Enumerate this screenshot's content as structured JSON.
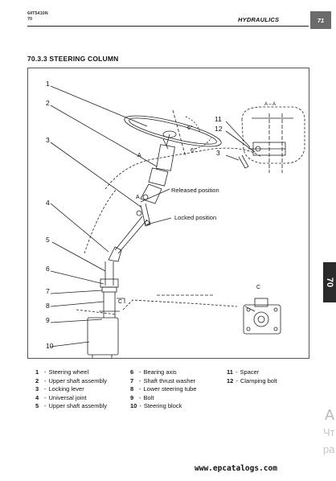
{
  "header": {
    "model_line1": "64T5410N",
    "model_line2": "70",
    "section": "HYDRAULICS",
    "page": "71"
  },
  "heading": "70.3.3   STEERING COLUMN",
  "figure": {
    "callouts": [
      "1",
      "2",
      "3",
      "4",
      "5",
      "6",
      "7",
      "8",
      "9",
      "10"
    ],
    "detail_callouts": [
      "11",
      "12",
      "3"
    ],
    "section_label": "A – A",
    "label_A_top": "A",
    "label_A_bottom": "A",
    "label_C_arrow": "C",
    "label_C_view": "C",
    "angle_a": "6°",
    "angle_b": "6°",
    "released_label": "Released position",
    "locked_label": "Locked position"
  },
  "side_tab": "70",
  "legend": {
    "col1": [
      {
        "n": "1",
        "t": "Steering wheel"
      },
      {
        "n": "2",
        "t": "Upper shaft assembly"
      },
      {
        "n": "3",
        "t": "Locking lever"
      },
      {
        "n": "4",
        "t": "Universal joint"
      },
      {
        "n": "5",
        "t": "Upper shaft assembly"
      }
    ],
    "col2": [
      {
        "n": "6",
        "t": "Bearing axis"
      },
      {
        "n": "7",
        "t": "Shaft thrust washer"
      },
      {
        "n": "8",
        "t": "Lower steering tube"
      },
      {
        "n": "9",
        "t": "Bolt"
      },
      {
        "n": "10",
        "t": "Steering block"
      }
    ],
    "col3": [
      {
        "n": "11",
        "t": "Spacer"
      },
      {
        "n": "12",
        "t": "Clamping bolt"
      }
    ]
  },
  "watermark": {
    "line1": "A",
    "line2": "Чт",
    "line3": "ра"
  },
  "site": "www.epcatalogs.com"
}
